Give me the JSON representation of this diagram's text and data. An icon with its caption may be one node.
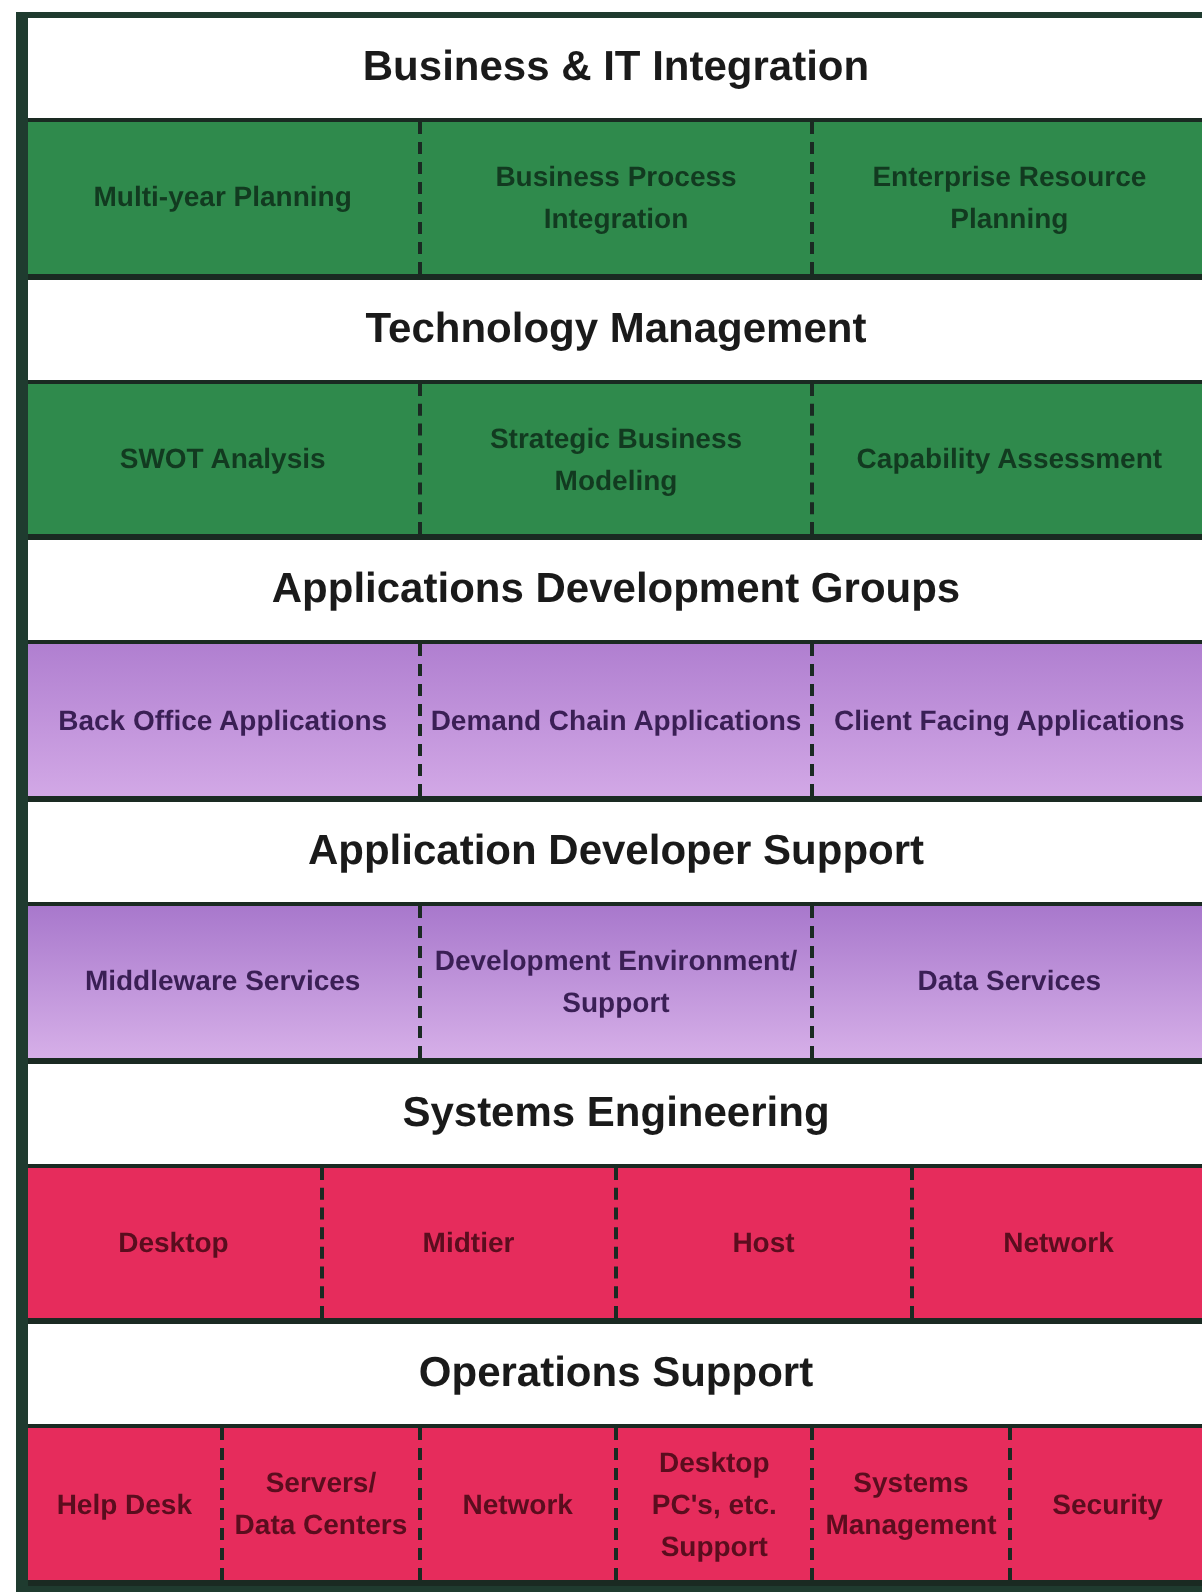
{
  "diagram": {
    "nodes": [
      {
        "text": [
          "Business & IT Integration"
        ]
      },
      {
        "text": [
          "Multi-year Planning"
        ],
        "in": 0
      },
      {
        "text": [
          "Business Process Integration"
        ],
        "in": 0
      },
      {
        "text": [
          "Enterprise Resource Planning"
        ],
        "in": 0
      },
      {
        "text": [
          "Technology Management"
        ]
      },
      {
        "text": [
          "SWOT Analysis"
        ],
        "in": 4
      },
      {
        "text": [
          "Strategic Business Modeling"
        ],
        "in": 4
      },
      {
        "text": [
          "Capability Assessment"
        ],
        "in": 4
      },
      {
        "text": [
          "Applications Development Groups"
        ]
      },
      {
        "text": [
          "Back Office Applications"
        ],
        "in": 8
      },
      {
        "text": [
          "Demand Chain Applications"
        ],
        "in": 8
      },
      {
        "text": [
          "Client Facing Applications"
        ],
        "in": 8
      },
      {
        "text": [
          "Application Developer Support"
        ]
      },
      {
        "text": [
          "Middleware Services"
        ],
        "in": 12
      },
      {
        "text": [
          "Development Environment/ Support"
        ],
        "in": 12
      },
      {
        "text": [
          "Data Services"
        ],
        "in": 12
      },
      {
        "text": [
          "Systems Engineering"
        ]
      },
      {
        "text": [
          "Desktop"
        ],
        "in": 16
      },
      {
        "text": [
          "Midtier"
        ],
        "in": 16
      },
      {
        "text": [
          "Host"
        ],
        "in": 16
      },
      {
        "text": [
          "Network"
        ],
        "in": 16
      },
      {
        "text": [
          "Operations Support"
        ]
      },
      {
        "text": [
          "Help Desk"
        ],
        "in": 21
      },
      {
        "text": [
          "Servers/ Data Centers"
        ],
        "in": 21
      },
      {
        "text": [
          "Network"
        ],
        "in": 21
      },
      {
        "text": [
          "Desktop PC's, etc. Support"
        ],
        "in": 21
      },
      {
        "text": [
          "Systems Management"
        ],
        "in": 21
      },
      {
        "text": [
          "Security"
        ],
        "in": 21
      }
    ]
  }
}
